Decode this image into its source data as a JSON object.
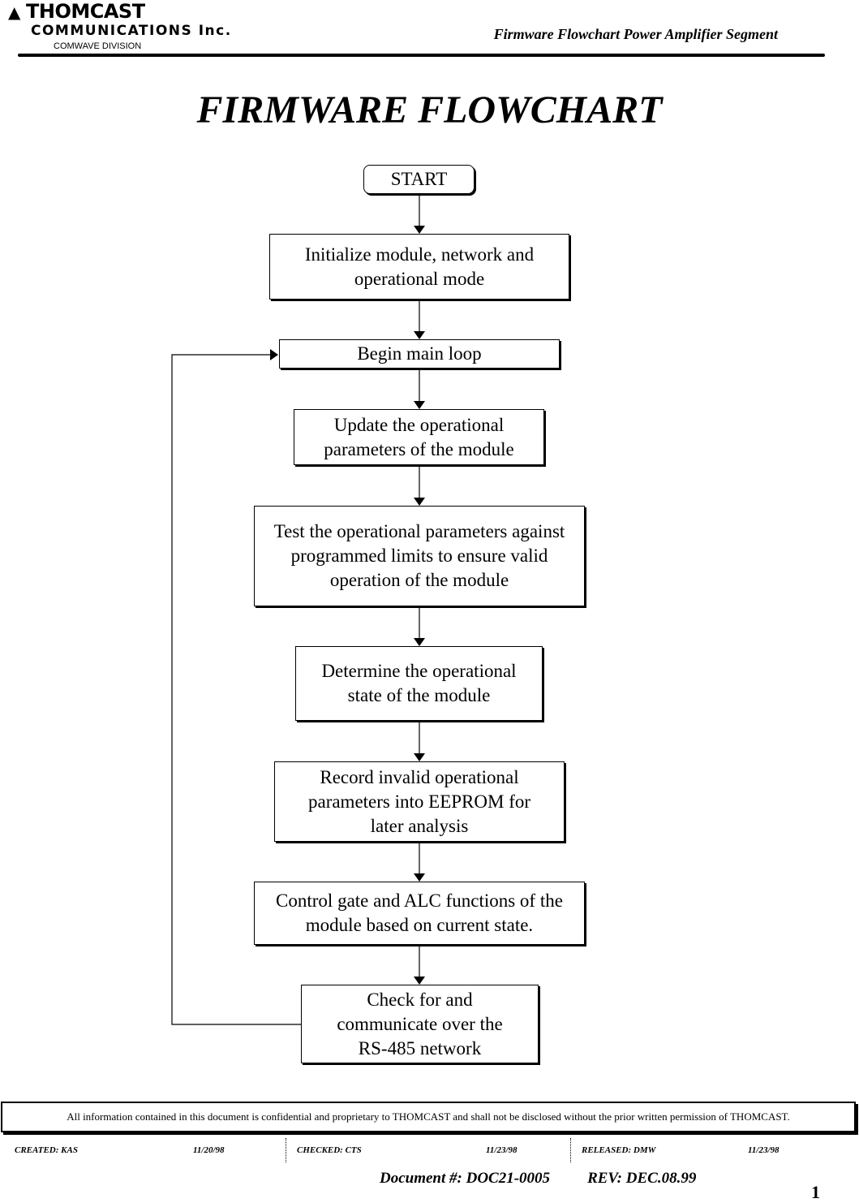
{
  "header": {
    "company": "THOMCAST",
    "company_line2": "COMMUNICATIONS Inc.",
    "division": "COMWAVE DIVISION",
    "title": "Firmware Flowchart Power Amplifier Segment"
  },
  "main_title": "FIRMWARE FLOWCHART",
  "flowchart": {
    "start": "START",
    "steps": [
      "Initialize module, network and operational mode",
      "Begin main loop",
      "Update the operational parameters of the module",
      "Test the operational parameters against programmed limits to ensure valid operation of the module",
      "Determine the operational state of the module",
      "Record invalid operational parameters into EEPROM for later analysis",
      "Control gate and ALC functions of the module based on current state.",
      "Check for and communicate over the RS-485 network"
    ]
  },
  "footer": {
    "confidential": "All information contained in this document is confidential and proprietary to THOMCAST and shall not be disclosed without the prior written permission of THOMCAST.",
    "created_label": "CREATED: KAS",
    "created_date": "11/20/98",
    "checked_label": "CHECKED: CTS",
    "checked_date": "11/23/98",
    "released_label": "RELEASED: DMW",
    "released_date": "11/23/98",
    "document_number": "Document #: DOC21-0005",
    "revision": "REV: DEC.08.99",
    "page_number": "1"
  }
}
